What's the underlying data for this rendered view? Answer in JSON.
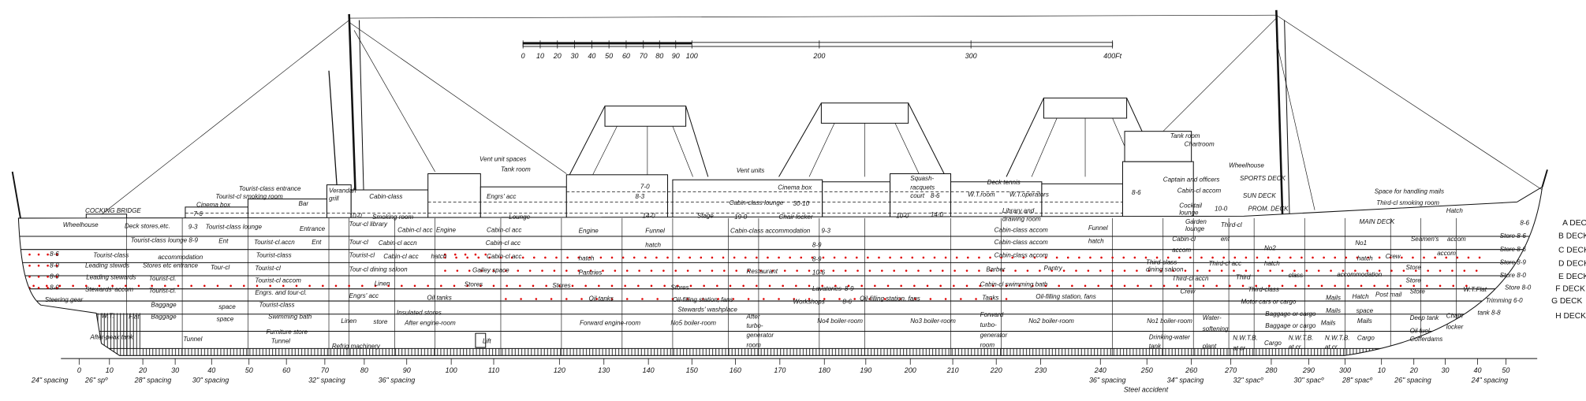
{
  "scale_bar": {
    "ticks": [
      "0",
      "10",
      "20",
      "30",
      "40",
      "50",
      "60",
      "70",
      "80",
      "90",
      "100",
      "200",
      "300",
      "400Ft"
    ]
  },
  "rooms": [
    "COCKING BRIDGE",
    "Wheelhouse",
    "Deck stores,etc.",
    "Cinema box",
    "Tourist-cl smoking room",
    "Tourist-class entrance",
    "Bar",
    "Verandah",
    "grill",
    "Cabin-class",
    "7-6",
    "9-3",
    "Tourist-class lounge",
    "Entrance",
    "10-0",
    "Smoking room",
    "Tourist-class lounge 8-9",
    "Ent",
    "Tourist-cl.accn",
    "Ent",
    "Tour-cl library",
    "Cabin-cl acc",
    "Engine",
    "Tour-cl",
    "Cabin-cl accn",
    "8-6",
    "Tourist-class",
    "accommodation",
    "Tourist-class",
    "Tourist-cl",
    "Cabin-cl acc",
    "hatch",
    "8-0",
    "Leading stewds",
    "Stores etc entrance",
    "Tour-cl",
    "Tourist-cl",
    "Tour-cl dining saloon",
    "8-0",
    "Leading stewards",
    "Tourist-cl.",
    "Tourist-cl accom",
    "Linen",
    "8-0",
    "Stewards' accom",
    "Tourist-cl.",
    "Engrs. and tour-cl.",
    "Engrs' acc",
    "Oil tanks",
    "Steering gear",
    "Baggage",
    "space",
    "Tourist-class",
    "W.T.",
    "Flat",
    "Baggage",
    "space",
    "Swimming bath",
    "Linen",
    "store",
    "Insulated stores",
    "After engine-room",
    "After-peak tank",
    "Tunnel",
    "Furniture store",
    "Tunnel",
    "Refrig machinery",
    "Lift",
    "Vent unit spaces",
    "Tank room",
    "Galley space",
    "Stores",
    "Engrs' acc",
    "Lounge",
    "Cabin-cl acc",
    "Cabin-cl acc",
    "Cabin-cl acc",
    "Vent units",
    "Cinema box",
    "Cabin-class lounge",
    "30-10",
    "Stage",
    "19-0",
    "Chair locker",
    "7-0",
    "8-3",
    "14-0",
    "Engine",
    "Funnel",
    "Cabin-class accommodation",
    "9-3",
    "hatch",
    "8-9",
    "hatch",
    "8-9",
    "Pantries",
    "Restaurant",
    "10-6",
    "Stores",
    "Stores",
    "Lavatories",
    "8-9",
    "Oil tanks",
    "Oil-filling station, fans",
    "Workshops",
    "8-6",
    "Stewards' washplace",
    "Forward engine-room",
    "No5 boiler-room",
    "After",
    "turbo-",
    "generator",
    "room",
    "No4 boiler-room",
    "No3 boiler-room",
    "Forward",
    "turbo-",
    "generator",
    "room",
    "No2 boiler-room",
    "Squash-",
    "racquets",
    "court",
    "8-6",
    "Deck tennis",
    "W.T.room",
    "W.T.operators",
    "Library and",
    "drawing room",
    "10-0",
    "14-0",
    "Cabin-class accom",
    "Cabin-class accom",
    "Cabin-class accom",
    "Barber",
    "Pantry",
    "Cabin-cl swimming bath",
    "Oil-filling station, fans",
    "Tanks",
    "Oil-filling station, fans",
    "Tank room",
    "Chartroom",
    "Wheelhouse",
    "Captain and officers",
    "SPORTS DECK",
    "8-6",
    "Cabin-cl accom",
    "SUN DECK",
    "PROM. DECK",
    "10-0",
    "Cocktail",
    "lounge",
    "Garden",
    "lounge",
    "Third-cl",
    "ent",
    "Funnel",
    "hatch",
    "Cabin-cl",
    "accom",
    "Space for handling mails",
    "Third-cl smoking room",
    "Hatch",
    "MAIN DECK",
    "No2",
    "hatch",
    "No1",
    "hatch",
    "Seamen's",
    "accom",
    "Crew",
    "accom",
    "Third-class",
    "dining saloon",
    "Third-cl acc",
    "class",
    "accommodation",
    "Third-cl accn",
    "Third",
    "Third-class",
    "Crew",
    "Motor cars or cargo",
    "Store",
    "Store",
    "Store",
    "Store 8-6",
    "Store 8-6",
    "Store 8-9",
    "Store 8-0",
    "Store 8-0",
    "W.T.Flat",
    "Trimming 6-0",
    "tank 8-8",
    "8-6",
    "Mails",
    "Hatch",
    "Post mail",
    "Mails",
    "space",
    "Mails",
    "Mails",
    "Baggage or cargo",
    "Baggage or cargo",
    "No1 boiler-room",
    "Water-",
    "softening",
    "plant",
    "Drinking-water",
    "tank",
    "N.W.T.B.",
    "at cr",
    "Cargo",
    "N.W.T.B.",
    "at cr",
    "N.W.T.B.",
    "at cr",
    "Cargo",
    "Deep tank",
    "Oil fuel",
    "Cofferdams",
    "Chain",
    "locker"
  ],
  "decks": [
    "A DECK",
    "B DECK",
    "C DECK",
    "D DECK",
    "E DECK",
    "F DECK",
    "G DECK",
    "H DECK"
  ],
  "frame_numbers": [
    "0",
    "10",
    "20",
    "30",
    "40",
    "50",
    "60",
    "70",
    "80",
    "90",
    "100",
    "110",
    "120",
    "130",
    "140",
    "150",
    "160",
    "170",
    "180",
    "190",
    "200",
    "210",
    "220",
    "230",
    "240",
    "250",
    "260",
    "270",
    "280",
    "290",
    "300",
    "10",
    "20",
    "30",
    "40",
    "50"
  ],
  "spacing_labels": [
    "24\" spacing",
    "26\" spº",
    "28\" spacing",
    "30\" spacing",
    "32\" spacing",
    "36\" spacing",
    "36\" spacing",
    "34\" spacing",
    "32\" spacº",
    "30\" spacº",
    "28\" spacº",
    "26\" spacing",
    "24\" spacing",
    "Steel accident"
  ],
  "colors": {
    "ink": "#111111",
    "marker": "#e00000",
    "background": "#ffffff"
  }
}
